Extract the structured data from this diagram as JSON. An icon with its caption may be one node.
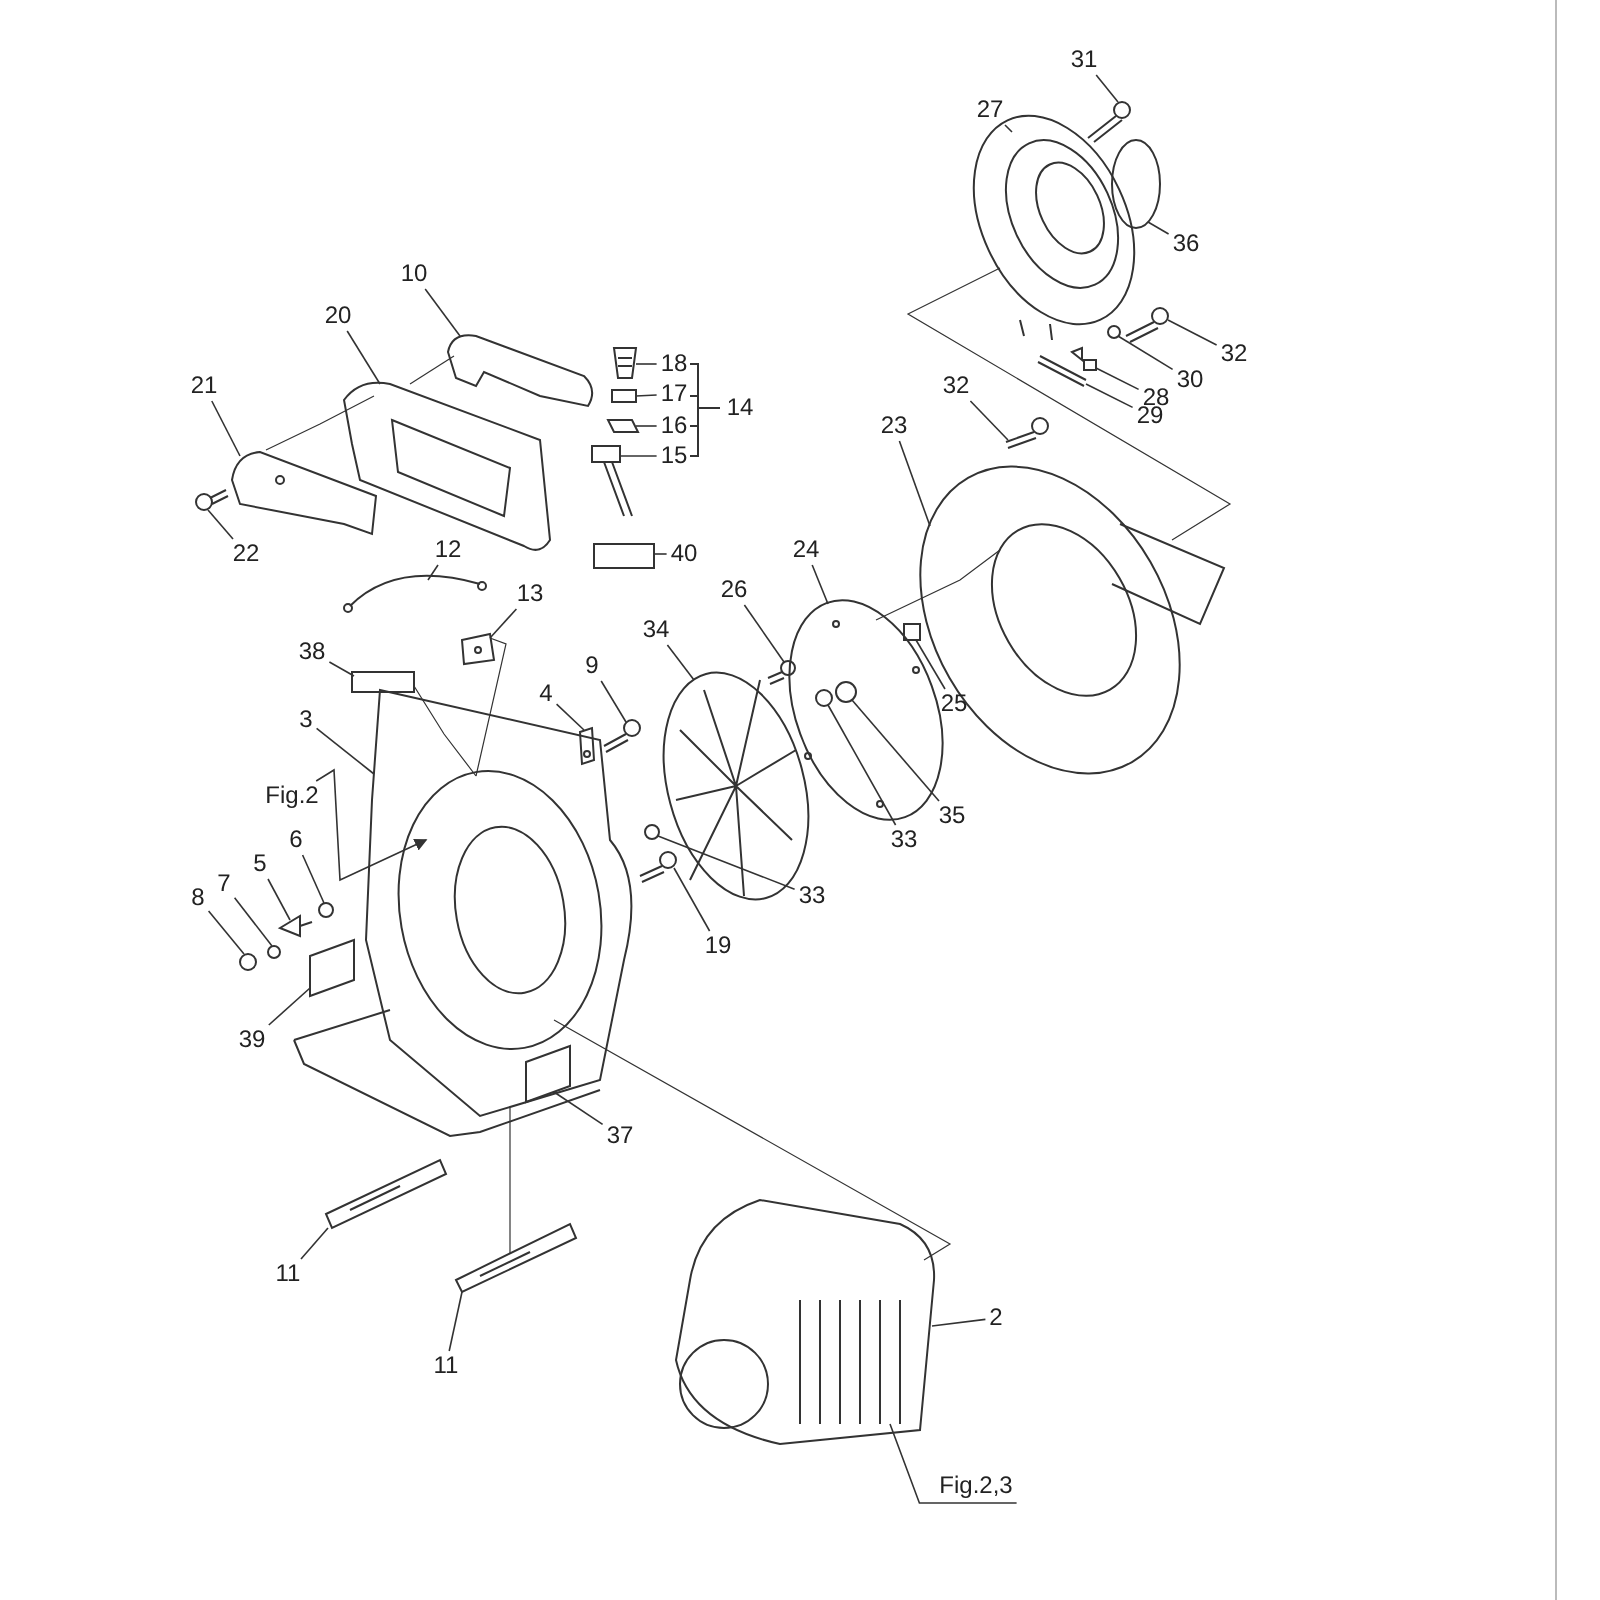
{
  "diagram": {
    "nodes": [
      {
        "text": [
          "31"
        ]
      },
      {
        "text": [
          "27"
        ]
      },
      {
        "text": [
          "36"
        ]
      },
      {
        "text": [
          "10"
        ]
      },
      {
        "text": [
          "20"
        ]
      },
      {
        "text": [
          "32"
        ]
      },
      {
        "text": [
          "30"
        ]
      },
      {
        "text": [
          "18"
        ]
      },
      {
        "text": [
          "17"
        ]
      },
      {
        "text": [
          "21"
        ]
      },
      {
        "text": [
          "28"
        ]
      },
      {
        "text": [
          "16"
        ]
      },
      {
        "text": [
          "14"
        ]
      },
      {
        "text": [
          "29"
        ]
      },
      {
        "text": [
          "15"
        ]
      },
      {
        "text": [
          "32"
        ]
      },
      {
        "text": [
          "23"
        ]
      },
      {
        "text": [
          "22"
        ]
      },
      {
        "text": [
          "40"
        ]
      },
      {
        "text": [
          "12"
        ]
      },
      {
        "text": [
          "13"
        ]
      },
      {
        "text": [
          "26"
        ]
      },
      {
        "text": [
          "24"
        ]
      },
      {
        "text": [
          "34"
        ]
      },
      {
        "text": [
          "38"
        ]
      },
      {
        "text": [
          "9"
        ]
      },
      {
        "text": [
          "25"
        ]
      },
      {
        "text": [
          "4"
        ]
      },
      {
        "text": [
          "3"
        ]
      },
      {
        "text": [
          "Fig.2"
        ]
      },
      {
        "text": [
          "33"
        ]
      },
      {
        "text": [
          "35"
        ]
      },
      {
        "text": [
          "6"
        ]
      },
      {
        "text": [
          "5"
        ]
      },
      {
        "text": [
          "7"
        ]
      },
      {
        "text": [
          "33"
        ]
      },
      {
        "text": [
          "19"
        ]
      },
      {
        "text": [
          "8"
        ]
      },
      {
        "text": [
          "39"
        ]
      },
      {
        "text": [
          "37"
        ]
      },
      {
        "text": [
          "11"
        ]
      },
      {
        "text": [
          "2"
        ]
      },
      {
        "text": [
          "11"
        ]
      },
      {
        "text": [
          "Fig.2,3"
        ]
      },
      {
        "text": [],
        "shape": "picture"
      },
      {
        "text": [],
        "shape": "picture"
      },
      {
        "text": [],
        "shape": "circle"
      },
      {
        "text": [],
        "shape": "picture"
      },
      {
        "text": [],
        "shape": "picture"
      },
      {
        "text": [],
        "shape": "picture"
      },
      {
        "text": [],
        "shape": "circle"
      },
      {
        "text": [],
        "shape": "picture"
      },
      {
        "text": [],
        "shape": "box"
      },
      {
        "text": [],
        "shape": "picture"
      },
      {
        "text": [],
        "shape": "box"
      },
      {
        "text": [],
        "shape": "box"
      },
      {
        "text": [],
        "shape": "picture"
      },
      {
        "text": [],
        "shape": "picture"
      },
      {
        "text": [],
        "shape": "picture"
      },
      {
        "text": [],
        "shape": "picture"
      },
      {
        "text": [],
        "shape": "picture"
      },
      {
        "text": [],
        "shape": "box"
      },
      {
        "text": [],
        "shape": "picture"
      },
      {
        "text": [],
        "shape": "picture"
      },
      {
        "text": [],
        "shape": "picture"
      },
      {
        "text": [],
        "shape": "picture"
      },
      {
        "text": [],
        "shape": "picture"
      },
      {
        "text": [],
        "shape": "box"
      },
      {
        "text": [],
        "shape": "picture"
      },
      {
        "text": [],
        "shape": "box"
      },
      {
        "text": [],
        "shape": "picture",
        "in": 71
      },
      {
        "text": [],
        "shape": "picture"
      },
      {
        "text": [],
        "shape": "circle",
        "in": 65
      },
      {
        "text": [],
        "shape": "circle",
        "in": 65
      },
      {
        "text": [],
        "shape": "circle"
      },
      {
        "text": [],
        "shape": "picture"
      },
      {
        "text": [],
        "shape": "circle"
      },
      {
        "text": [],
        "shape": "circle"
      },
      {
        "text": [],
        "shape": "picture"
      },
      {
        "text": [],
        "shape": "circle"
      },
      {
        "text": [],
        "shape": "box"
      },
      {
        "text": [],
        "shape": "box",
        "in": 71
      },
      {
        "text": [],
        "shape": "picture"
      },
      {
        "text": [],
        "shape": "picture"
      },
      {
        "text": [],
        "shape": "picture"
      }
    ],
    "edges": [
      {
        "from": 0,
        "to": 44,
        "arrow": "none"
      },
      {
        "from": 1,
        "to": 45,
        "arrow": "none"
      },
      {
        "from": 2,
        "to": 46,
        "arrow": "none"
      },
      {
        "from": 3,
        "to": 47,
        "arrow": "none"
      },
      {
        "from": 4,
        "to": 48,
        "arrow": "none"
      },
      {
        "from": 5,
        "to": 49,
        "arrow": "none"
      },
      {
        "from": 6,
        "to": 50,
        "arrow": "none"
      },
      {
        "from": 7,
        "to": 51,
        "arrow": "none"
      },
      {
        "from": 8,
        "to": 52,
        "arrow": "none"
      },
      {
        "from": 9,
        "to": 53,
        "arrow": "none"
      },
      {
        "from": 10,
        "to": 54,
        "arrow": "none"
      },
      {
        "from": 11,
        "to": 55,
        "arrow": "none"
      },
      {
        "from": 13,
        "to": 56,
        "arrow": "none"
      },
      {
        "from": 14,
        "to": 57,
        "arrow": "none"
      },
      {
        "from": 15,
        "to": 58,
        "arrow": "none"
      },
      {
        "from": 16,
        "to": 59,
        "arrow": "none"
      },
      {
        "from": 17,
        "to": 60,
        "arrow": "none"
      },
      {
        "from": 18,
        "to": 61,
        "arrow": "none"
      },
      {
        "from": 19,
        "to": 62,
        "arrow": "none"
      },
      {
        "from": 20,
        "to": 63,
        "arrow": "none"
      },
      {
        "from": 21,
        "to": 64,
        "arrow": "none"
      },
      {
        "from": 22,
        "to": 65,
        "arrow": "none"
      },
      {
        "from": 23,
        "to": 66,
        "arrow": "none"
      },
      {
        "from": 24,
        "to": 67,
        "arrow": "none"
      },
      {
        "from": 25,
        "to": 68,
        "arrow": "none"
      },
      {
        "from": 26,
        "to": 69,
        "arrow": "none"
      },
      {
        "from": 27,
        "to": 70,
        "arrow": "none"
      },
      {
        "from": 28,
        "to": 71,
        "arrow": "none"
      },
      {
        "from": 29,
        "to": 71,
        "arrow": "to"
      },
      {
        "from": 30,
        "to": 72,
        "arrow": "none"
      },
      {
        "from": 31,
        "to": 73,
        "arrow": "none"
      },
      {
        "from": 32,
        "to": 74,
        "arrow": "none"
      },
      {
        "from": 33,
        "to": 75,
        "arrow": "none"
      },
      {
        "from": 34,
        "to": 76,
        "arrow": "none"
      },
      {
        "from": 35,
        "to": 77,
        "arrow": "none"
      },
      {
        "from": 36,
        "to": 78,
        "arrow": "none"
      },
      {
        "from": 37,
        "to": 79,
        "arrow": "none"
      },
      {
        "from": 38,
        "to": 80,
        "arrow": "none"
      },
      {
        "from": 39,
        "to": 81,
        "arrow": "none"
      },
      {
        "from": 40,
        "to": 82,
        "arrow": "none"
      },
      {
        "from": 41,
        "to": 83,
        "arrow": "none"
      },
      {
        "from": 42,
        "to": 84,
        "arrow": "none"
      },
      {
        "from": 43,
        "to": 83,
        "arrow": "none"
      },
      {
        "from": 45,
        "to": 59,
        "arrow": "none"
      },
      {
        "from": 71,
        "to": 83,
        "arrow": "none"
      },
      {
        "from": 63,
        "to": 71,
        "arrow": "none"
      },
      {
        "from": 59,
        "to": 65,
        "arrow": "none"
      },
      {
        "from": 48,
        "to": 53,
        "arrow": "none"
      },
      {
        "from": 47,
        "to": 48,
        "arrow": "none"
      },
      {
        "from": 71,
        "to": 84,
        "arrow": "none"
      },
      {
        "from": 67,
        "to": 71,
        "arrow": "none"
      }
    ]
  }
}
